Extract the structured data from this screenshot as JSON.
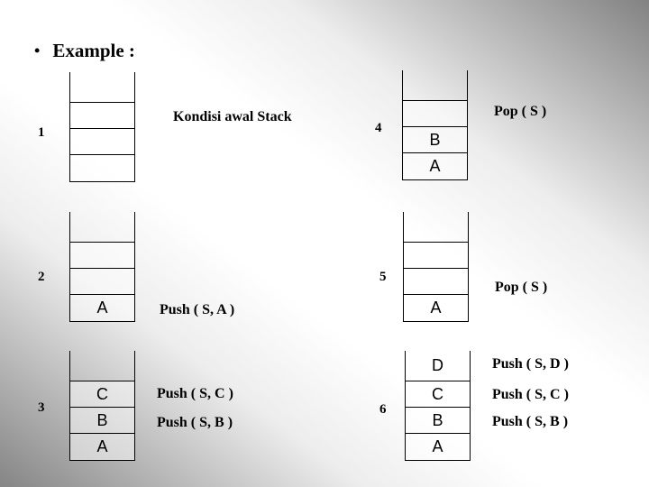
{
  "title": {
    "bullet": "•",
    "text": "Example :"
  },
  "stacks": [
    {
      "number": "1",
      "cells": [
        "",
        "",
        "",
        ""
      ]
    },
    {
      "number": "2",
      "cells": [
        "",
        "",
        "",
        "A"
      ]
    },
    {
      "number": "3",
      "cells": [
        "",
        "C",
        "B",
        "A"
      ]
    },
    {
      "number": "4",
      "cells": [
        "",
        "",
        "B",
        "A"
      ]
    },
    {
      "number": "5",
      "cells": [
        "",
        "",
        "",
        "A"
      ]
    },
    {
      "number": "6",
      "cells": [
        "D",
        "C",
        "B",
        "A"
      ]
    }
  ],
  "labels": {
    "kondisi": "Kondisi awal Stack",
    "pop4": "Pop ( S )",
    "push2": "Push ( S, A )",
    "pop5": "Pop ( S )",
    "push3a": "Push ( S, C )",
    "push3b": "Push ( S, B )",
    "push6a": "Push ( S, D )",
    "push6b": "Push ( S, C )",
    "push6c": "Push ( S, B )"
  },
  "colors": {
    "background_dark": "#838383",
    "background_light": "#ffffff",
    "line": "#000000",
    "text": "#000000"
  }
}
